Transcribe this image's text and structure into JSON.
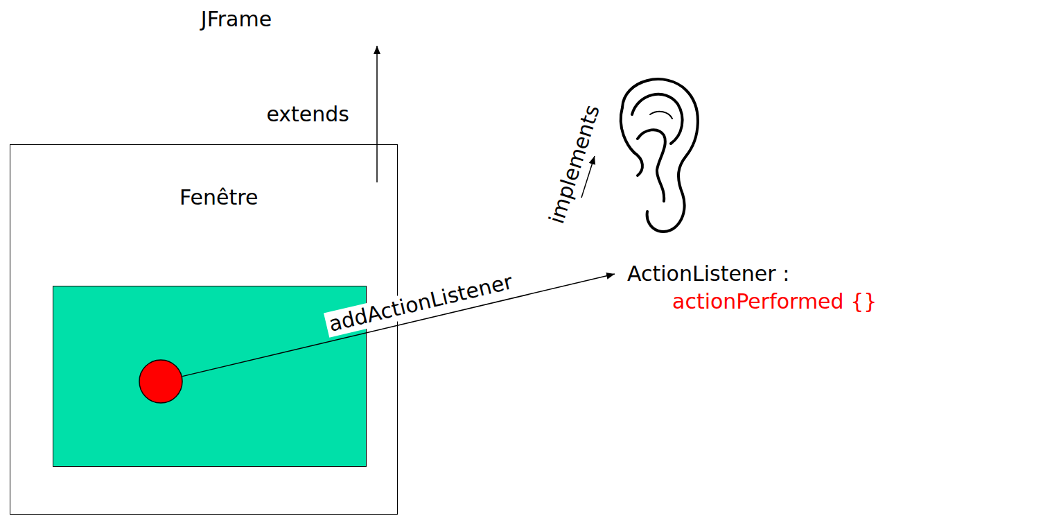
{
  "diagram": {
    "nodes": [
      {
        "text": [
          "JFrame"
        ]
      },
      {
        "text": [
          "Fenêtre"
        ]
      },
      {
        "in": 1
      },
      {
        "in": 2
      },
      {
        "text": [
          "ActionListener :",
          "actionPerformed {}"
        ]
      }
    ],
    "edges": [
      {
        "from": 1,
        "to": 0,
        "label": "extends",
        "arrow": "to"
      },
      {
        "from": 1,
        "to": 4,
        "label": "implements",
        "arrow": "to"
      },
      {
        "from": 3,
        "to": 4,
        "label": "addActionListener",
        "arrow": "to"
      }
    ]
  }
}
